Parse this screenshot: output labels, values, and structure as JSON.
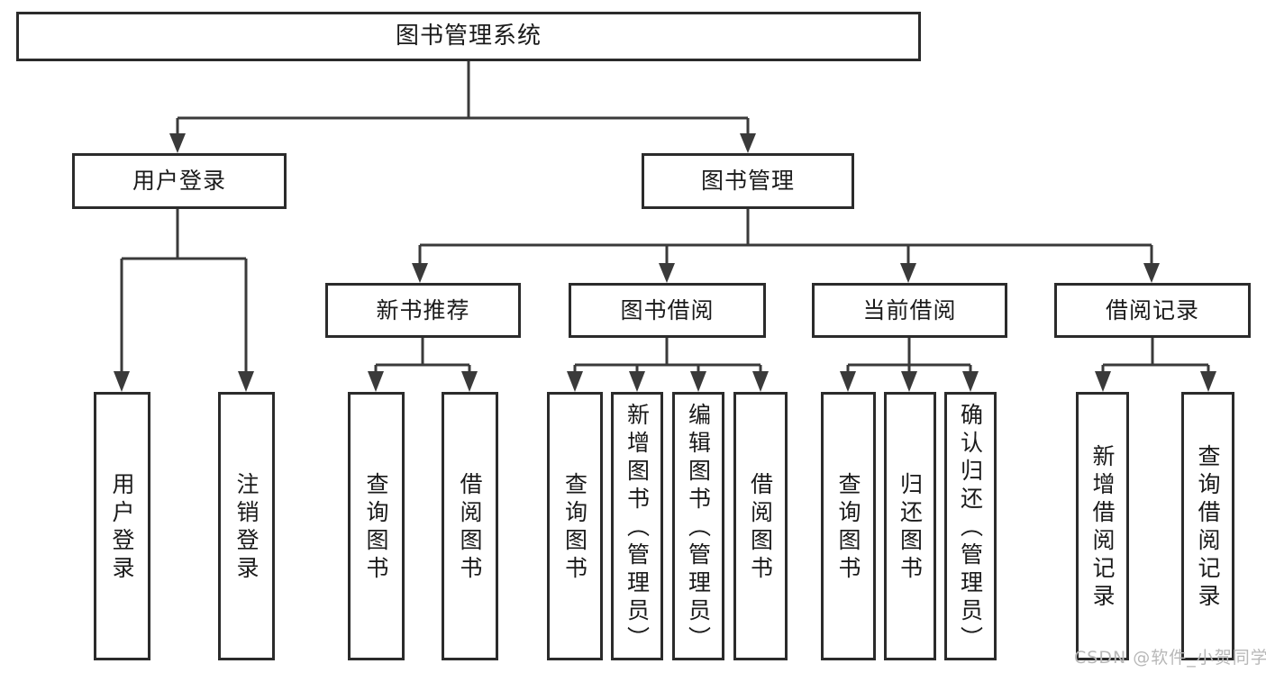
{
  "diagram": {
    "title": "图书管理系统",
    "watermark": "CSDN @软件_小贺同学",
    "accent_color": "#2b2b2b",
    "line_color": "#3a3a3a",
    "background": "#ffffff",
    "root": {
      "label": "图书管理系统"
    },
    "level2": [
      {
        "label": "用户登录"
      },
      {
        "label": "图书管理"
      }
    ],
    "level3": [
      {
        "label": "新书推荐"
      },
      {
        "label": "图书借阅"
      },
      {
        "label": "当前借阅"
      },
      {
        "label": "借阅记录"
      }
    ],
    "leaves": {
      "user_login": [
        {
          "label": "用户登录"
        },
        {
          "label": "注销登录"
        }
      ],
      "new_book": [
        {
          "label": "查询图书"
        },
        {
          "label": "借阅图书"
        }
      ],
      "book_borrow": [
        {
          "label": "查询图书"
        },
        {
          "label": "新增图书（管理员）"
        },
        {
          "label": "编辑图书（管理员）"
        },
        {
          "label": "借阅图书"
        }
      ],
      "current_borrow": [
        {
          "label": "查询图书"
        },
        {
          "label": "归还图书"
        },
        {
          "label": "确认归还（管理员）"
        }
      ],
      "borrow_record": [
        {
          "label": "新增借阅记录"
        },
        {
          "label": "查询借阅记录"
        }
      ]
    }
  }
}
